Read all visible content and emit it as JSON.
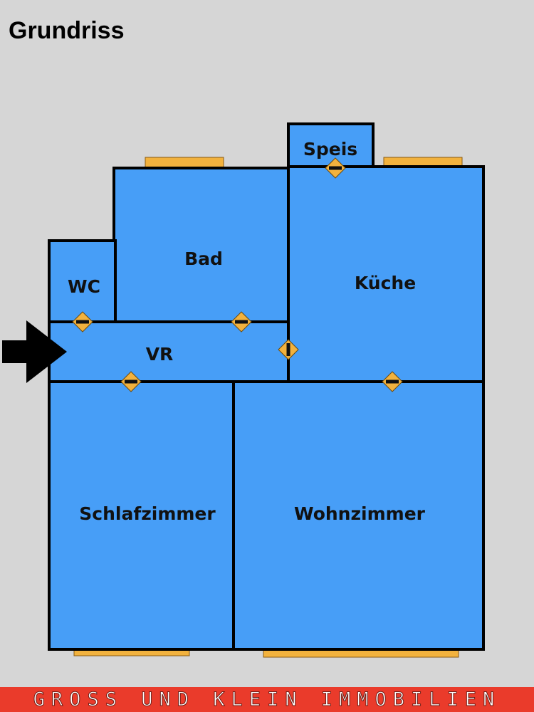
{
  "title": "Grundriss",
  "rooms": {
    "speis": "Speis",
    "bad": "Bad",
    "wc": "WC",
    "kueche": "Küche",
    "vr": "VR",
    "schlafzimmer": "Schlafzimmer",
    "wohnzimmer": "Wohnzimmer"
  },
  "footer": "GROSS UND KLEIN IMMOBILIEN",
  "colors": {
    "background": "#d6d6d6",
    "room_fill": "#479ef7",
    "wall": "#000000",
    "window": "#f2b23e",
    "door_marker": "#f2b23e",
    "footer_bg": "#ea3b2b"
  },
  "icons": [
    "entrance-arrow-icon",
    "door-marker-icon"
  ]
}
